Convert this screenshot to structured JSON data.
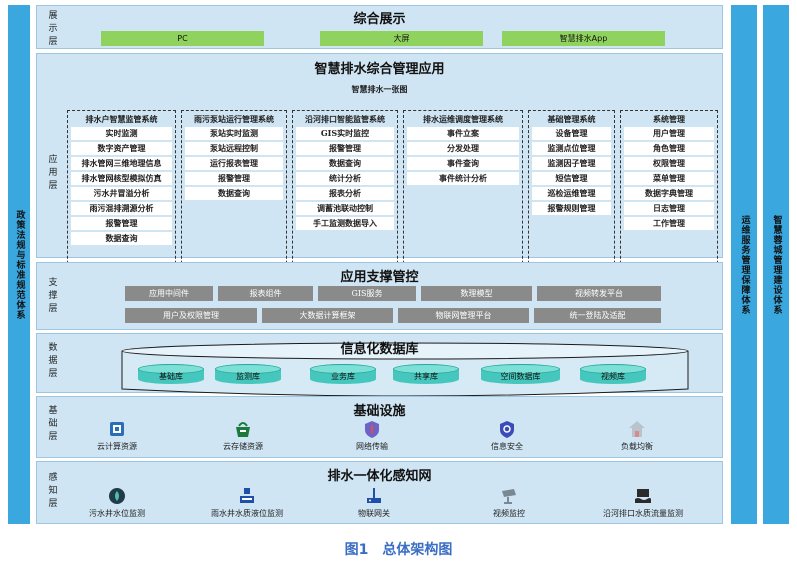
{
  "side_left": "政策法规与标准规范体系",
  "side_right_1": "运维服务管理保障体系",
  "side_right_2": "智慧蓉城管理建设体系",
  "display_layer": {
    "label": "展示层",
    "title": "综合展示",
    "items": [
      "PC",
      "大屏",
      "智慧排水App"
    ]
  },
  "app_layer": {
    "label": "应用层",
    "title": "智慧排水综合管理应用",
    "subtitle": "智慧排水一张图",
    "systems": [
      {
        "title": "排水户智慧监管系统",
        "items": [
          "实时监测",
          "数字资产管理",
          "排水管网三维地理信息",
          "排水管网核型模拟仿真",
          "污水井冒溢分析",
          "雨污混排溯源分析",
          "报警管理",
          "数据查询"
        ]
      },
      {
        "title": "雨污泵站运行管理系统",
        "items": [
          "泵站实时监测",
          "泵站远程控制",
          "运行报表管理",
          "报警管理",
          "数据查询"
        ]
      },
      {
        "title": "沿河排口智能监管系统",
        "items": [
          "GIS实时监控",
          "报警管理",
          "数据查询",
          "统计分析",
          "报表分析",
          "调蓄池联动控制",
          "手工监测数据导入"
        ]
      },
      {
        "title": "排水运维调度管理系统",
        "items": [
          "事件立案",
          "分发处理",
          "事件查询",
          "事件统计分析"
        ]
      },
      {
        "title": "基础管理系统",
        "items": [
          "设备管理",
          "监测点位管理",
          "监测因子管理",
          "短信管理",
          "巡检运维管理",
          "报警规则管理"
        ]
      },
      {
        "title": "系统管理",
        "items": [
          "用户管理",
          "角色管理",
          "权限管理",
          "菜单管理",
          "数据字典管理",
          "日志管理",
          "工作管理"
        ]
      }
    ]
  },
  "support_layer": {
    "label": "支撑层",
    "title": "应用支撑管控",
    "row1": [
      "应用中间件",
      "报表组件",
      "GIS服务",
      "数理模型",
      "视频转发平台"
    ],
    "row2": [
      "用户及权限管理",
      "大数据计算框架",
      "物联网管理平台",
      "统一登陆及适配"
    ]
  },
  "data_layer": {
    "label": "数据层",
    "title": "信息化数据库",
    "dbs": [
      "基础库",
      "监测库",
      "业务库",
      "共享库",
      "空间数据库",
      "视频库"
    ]
  },
  "infra_layer": {
    "label": "基础层",
    "title": "基础设施",
    "items": [
      {
        "label": "云计算资源",
        "icon": "cloud-compute-icon"
      },
      {
        "label": "云存储资源",
        "icon": "cloud-storage-icon"
      },
      {
        "label": "网络传输",
        "icon": "network-icon"
      },
      {
        "label": "信息安全",
        "icon": "security-shield-icon"
      },
      {
        "label": "负载均衡",
        "icon": "load-balance-icon"
      }
    ]
  },
  "sensor_layer": {
    "label": "感知层",
    "title": "排水一体化感知网",
    "items": [
      {
        "label": "污水井水位监测",
        "icon": "water-level-icon"
      },
      {
        "label": "雨水井水质液位监测",
        "icon": "water-quality-icon"
      },
      {
        "label": "物联网关",
        "icon": "iot-gateway-icon"
      },
      {
        "label": "视频监控",
        "icon": "camera-icon"
      },
      {
        "label": "沿河排口水质流量监测",
        "icon": "outfall-icon"
      }
    ]
  },
  "caption": "图1　总体架构图",
  "colors": {
    "accent": "#3aa7df",
    "layer_bg": "#cfe5f3",
    "green": "#8fd35e",
    "gray": "#8a8a8a",
    "teal": "#46c7bd"
  }
}
